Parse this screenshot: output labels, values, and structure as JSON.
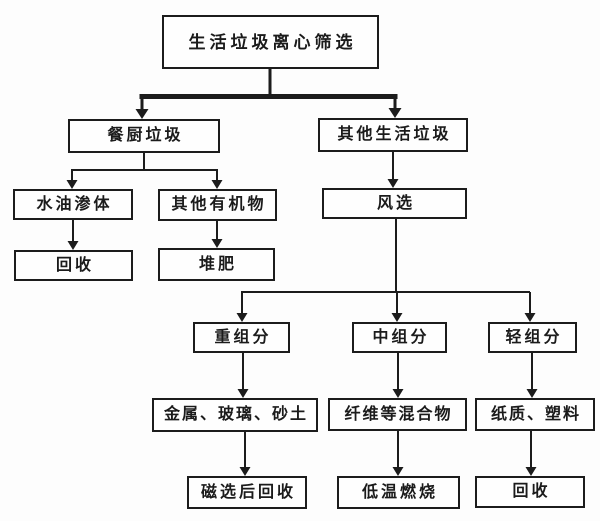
{
  "diagram": {
    "type": "flowchart",
    "language": "zh-CN",
    "colors": {
      "background": "#fdfdfd",
      "box_fill": "#fefefe",
      "box_border": "#1c1c1c",
      "line": "#1c1c1c",
      "text": "#1b1b1b"
    },
    "nodes": {
      "root": {
        "label": "生活垃圾离心筛选"
      },
      "kitchen": {
        "label": "餐厨垃圾"
      },
      "other_waste": {
        "label": "其他生活垃圾"
      },
      "water_oil": {
        "label": "水油渗体"
      },
      "other_organic": {
        "label": "其他有机物"
      },
      "wind_sort": {
        "label": "风选"
      },
      "recycle_left": {
        "label": "回收"
      },
      "compost": {
        "label": "堆肥"
      },
      "heavy": {
        "label": "重组分"
      },
      "medium": {
        "label": "中组分"
      },
      "light": {
        "label": "轻组分"
      },
      "metal_glass_sand": {
        "label": "金属、玻璃、砂土"
      },
      "fiber_mix": {
        "label": "纤维等混合物"
      },
      "paper_plastic": {
        "label": "纸质、塑料"
      },
      "magnetic_recycle": {
        "label": "磁选后回收"
      },
      "low_temp_burn": {
        "label": "低温燃烧"
      },
      "recycle_right": {
        "label": "回收"
      }
    },
    "edges": [
      {
        "from": "root",
        "to": "kitchen"
      },
      {
        "from": "root",
        "to": "other_waste"
      },
      {
        "from": "kitchen",
        "to": "water_oil"
      },
      {
        "from": "kitchen",
        "to": "other_organic"
      },
      {
        "from": "water_oil",
        "to": "recycle_left"
      },
      {
        "from": "other_organic",
        "to": "compost"
      },
      {
        "from": "other_waste",
        "to": "wind_sort"
      },
      {
        "from": "wind_sort",
        "to": "heavy"
      },
      {
        "from": "wind_sort",
        "to": "medium"
      },
      {
        "from": "wind_sort",
        "to": "light"
      },
      {
        "from": "heavy",
        "to": "metal_glass_sand"
      },
      {
        "from": "medium",
        "to": "fiber_mix"
      },
      {
        "from": "light",
        "to": "paper_plastic"
      },
      {
        "from": "metal_glass_sand",
        "to": "magnetic_recycle"
      },
      {
        "from": "fiber_mix",
        "to": "low_temp_burn"
      },
      {
        "from": "paper_plastic",
        "to": "recycle_right"
      }
    ]
  }
}
